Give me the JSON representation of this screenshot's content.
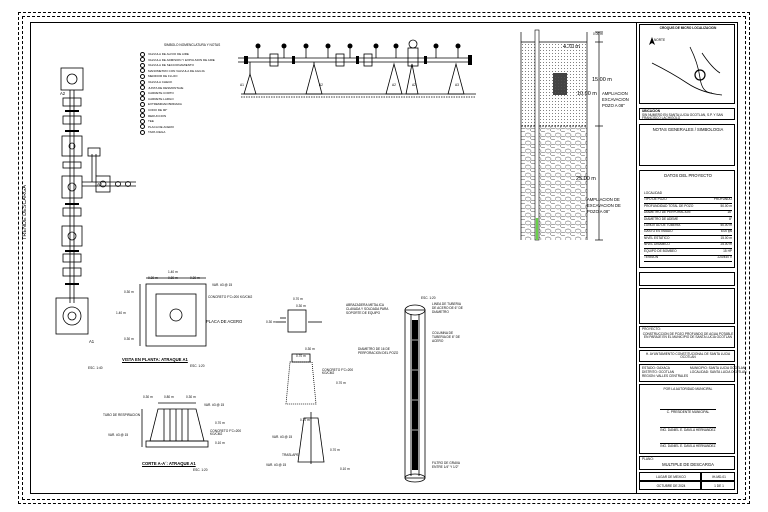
{
  "sheet": {
    "north_arrow_label": "NORTE"
  },
  "trench_label": "TRENDE DESCARGA",
  "elevation_labels": [
    "A1",
    "A2",
    "A2",
    "A2",
    "A3"
  ],
  "plan_labels": {
    "a1_top": "A2",
    "a2": "A2",
    "a1_bottom": "A1",
    "note": "ESC. 1:40"
  },
  "legend": {
    "title": "SIMBOLO NOMENCLATURA Y NOTAS",
    "items": [
      "VALVULA DE ALIVIO DE AIRE",
      "VALVULA DE ADMISION Y EXPULSION DE AIRE",
      "VALVULA DE SECCIONAMIENTO",
      "MANOMETRO CON VALVULA DE AGUJA",
      "MEDIDOR DE FLUJO",
      "VALVULA CHECK",
      "JUNTA DE DESMONTAJE",
      "CARRETE CORTO",
      "CARRETE LARGO",
      "EXTREMIDAD BRIDADA",
      "CODO DE 90°",
      "REDUCCION",
      "TEE",
      "PLACA DE ACERO",
      "TAPA CIEGA"
    ]
  },
  "atraque_plan": {
    "title": "VISTA EN PLANTA: ATRAQUE A1",
    "scale": "ESC. 1:20",
    "dims": {
      "top": "1.40 m",
      "top_left": "0.30 m",
      "top_mid": "0.80 m",
      "top_right": "0.30 m",
      "left_top": "0.30 m",
      "left_mid": "1.40 m",
      "left_bot": "0.30 m"
    },
    "notes": {
      "rebar": "VAR. #3 @ 15",
      "concrete": "CONCRETO F'C=200 KG/CM2",
      "plate": "PLACA DE ACERO"
    }
  },
  "atraque_section": {
    "title": "CORTE A-A´: ATRAQUE A1",
    "scale": "ESC. 1:20",
    "dims": {
      "top_l": "0.30 m",
      "top_m": "0.80 m",
      "top_r": "0.30 m",
      "h": "0.70 m",
      "base": "0.10 m"
    },
    "notes": {
      "tube": "TUBO DE RESPIRACION",
      "rebar_top": "VAR. #3 @ 15",
      "rebar_left": "VAR. #3 @ 15",
      "concrete": "CONCRETO F'C=200 KG/CM2"
    }
  },
  "small_detail": {
    "dims": {
      "d1": "0.70 m",
      "d2": "0.30 m",
      "d3": "0.30 m",
      "d4": "0.30 m",
      "d5": "0.70 m",
      "d6": "0.70 m",
      "d7": "0.70 m",
      "d8": "0.70 m",
      "d9": "0.10 m"
    },
    "notes": {
      "concrete": "CONCRETO F'C=200 KG/CM2",
      "overlap": "TRASLAPE",
      "rebar": "VAR. #3 @ 15"
    }
  },
  "pipe_detail": {
    "label": "ESC. 1:20",
    "notes_left": [
      "ABRAZADERA METALICA",
      "CLAVADA Y SOLDADA PARA",
      "SOPORTE DE EQUIPO"
    ],
    "notes_left2": [
      "DIAMETRO DE 16 DE",
      "PERFORACION DEL POZO"
    ],
    "notes_right": [
      "LINEA DE TUBERIA",
      "DE ACERO DE 6\" DE",
      "DIAMETRO"
    ],
    "notes_right2": [
      "COLUMNA DE",
      "TUBERIA DE 6\" DE",
      "ACERO"
    ],
    "notes_bottom": [
      "FILTRO DE GRAVA",
      "ENTRE 1/4\" Y 1/2\""
    ]
  },
  "well": {
    "depth_top": "0.00 m",
    "d1": "4.70 m",
    "d2": "15.00 m",
    "d3": "10.00 m",
    "d4": "25.00 m",
    "label1": [
      "AMPLIACION",
      "EXCAVACION",
      "POZO A 08\""
    ],
    "label2": [
      "AMPLIACION DE",
      "EXCAVACION DE",
      "POZO A 08\""
    ]
  },
  "title_block": {
    "location_title": "CROQUIS DE MICRO LOCALIZACION",
    "location_label": "UBICACION",
    "location_text": "SIN NUMERO EN SANTA LUCIA OCOTLAN, S.P. Y SAN FRANCISCO LACHIGOLO",
    "notes_title": "NOTAS GENERALES / SIMBOLOGIA",
    "project_title": "DATOS DEL PROYECTO",
    "project_rows": [
      [
        "LOCALIDAD",
        ""
      ],
      [
        "TIPO DE POZO",
        "PROFUNDO"
      ],
      [
        "PROFUNDIDAD TOTAL DE POZO",
        "50.00 m"
      ],
      [
        "DIAMETRO DE PERFORACION",
        "16\""
      ],
      [
        "DIAMETRO DE ADEME",
        "8\""
      ],
      [
        "LONGITUD DE TUBERIA",
        "50.00 m"
      ],
      [
        "GASTO ESTIMADO",
        "6.00 lps"
      ],
      [
        "NIVEL ESTATICO",
        "15.00 m"
      ],
      [
        "NIVEL DINAMICO",
        "25.00 m"
      ],
      [
        "EQUIPO DE BOMBEO",
        "15 HP"
      ],
      [
        "TENSION",
        "220/440 V"
      ]
    ],
    "proyecto_label": "PROYECTO:",
    "proyecto_text": "CONSTRUCCION DE POZO PROFUNDO DE AGUA POTABLE EN PARAJE EN EL MUNICIPIO DE SANTA LUCIA OCOTLAN",
    "owner": "H. AYUNTAMIENTO CONSTITUCIONAL DE SANTA LUCIA OCOTLAN",
    "state_block": [
      "ESTADO: OAXACA",
      "DISTRITO: OCOTLAN",
      "REGION: VALLES CENTRALES"
    ],
    "muni_block": [
      "MUNICIPIO: SANTA LUCIA OCOTLAN",
      "LOCALIDAD: SANTA LUCIA OCOTLAN"
    ],
    "authority_title": "POR LA AUTORIDAD MUNICIPAL",
    "sign1": "C. PRESIDENTE MUNICIPAL",
    "sign2": "ING. DANIEL E. DAVILA HERNANDEZ",
    "sign3": "ING. DANIEL E. DAVILA HERNANDEZ",
    "plano_label": "PLANO:",
    "plano_title": "MULTIPLE DE DESCARGA",
    "footer_left": "LUGAR DE MEXICO",
    "footer_date": "OCTUBRE DE 2024",
    "footer_code1": "IH-MD-01",
    "footer_code2": "1 DE 1"
  }
}
